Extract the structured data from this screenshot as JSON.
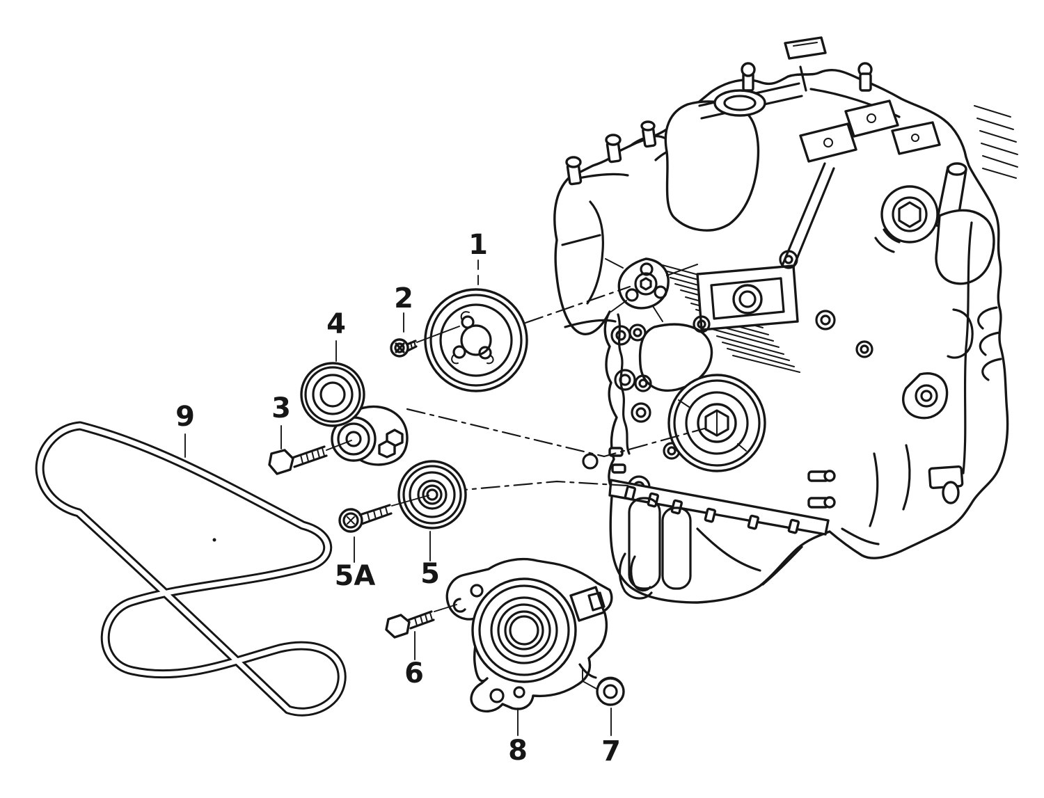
{
  "page": {
    "background": "#ffffff",
    "ink_color": "#161616"
  },
  "figure": {
    "kind": "exploded-parts-line-diagram",
    "subject": "engine-ribbed-belt-drive"
  },
  "callouts": [
    {
      "id": "1",
      "target": "coolant-pump-pulley"
    },
    {
      "id": "2",
      "target": "pulley-fastening-bolt"
    },
    {
      "id": "3",
      "target": "tensioner-mounting-bolt"
    },
    {
      "id": "4",
      "target": "belt-tensioner-with-pulley"
    },
    {
      "id": "5",
      "target": "idler-pulley"
    },
    {
      "id": "5A",
      "target": "idler-pulley-bolt"
    },
    {
      "id": "6",
      "target": "alternator-mounting-bolt"
    },
    {
      "id": "7",
      "target": "alternator-nut"
    },
    {
      "id": "8",
      "target": "alternator"
    },
    {
      "id": "9",
      "target": "ribbed-v-belt"
    }
  ]
}
